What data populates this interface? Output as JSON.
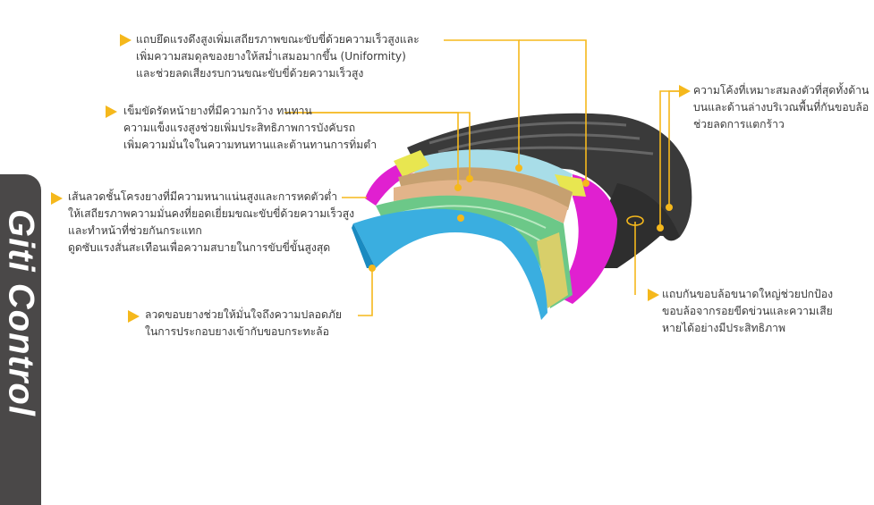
{
  "brand": {
    "name": "Giti Control"
  },
  "accent_color": "#f5b81c",
  "callouts": [
    {
      "id": "cap-ply",
      "lines": [
        "แถบยึดแรงดึงสูงเพิ่มเสถียรภาพขณะขับขี่ด้วยความเร็วสูงและ",
        "เพิ่มความสมดุลของยางให้สม่ำเสมอมากขึ้น (Uniformity)",
        "และช่วยลดเสียงรบกวนขณะขับขี่ด้วยความเร็วสูง"
      ]
    },
    {
      "id": "steel-belt",
      "lines": [
        "เข็มขัดรัดหน้ายางที่มีความกว้าง ทนทาน",
        "ความแข็งแรงสูงช่วยเพิ่มประสิทธิภาพการบังคับรถ",
        "เพิ่มความมั่นใจในความทนทานและต้านทานการทิ่มตำ"
      ]
    },
    {
      "id": "carcass",
      "lines": [
        "เส้นลวดชั้นโครงยางที่มีความหนาแน่นสูงและการหดตัวต่ำ",
        "ให้เสถียรภาพความมั่นคงที่ยอดเยี่ยมขณะขับขี่ด้วยความเร็วสูง",
        "และทำหน้าที่ช่วยกันกระแทก",
        "ดูดซับแรงสั่นสะเทือนเพื่อความสบายในการขับขี่ขั้นสูงสุด"
      ]
    },
    {
      "id": "bead-wire",
      "lines": [
        "ลวดขอบยางช่วยให้มั่นใจถึงความปลอดภัย",
        "ในการประกอบยางเข้ากับขอบกระทะล้อ"
      ]
    },
    {
      "id": "sidewall-curve",
      "lines": [
        "ความโค้งที่เหมาะสมลงตัวที่สุดทั้งด้าน",
        "บนและด้านล่างบริเวณพื้นที่กันขอบล้อ",
        "ช่วยลดการแตกร้าว"
      ]
    },
    {
      "id": "rim-protector",
      "lines": [
        "แถบกันขอบล้อขนาดใหญ่ช่วยปกป้อง",
        "ขอบล้อจากรอยขีดข่วนและความเสีย",
        "หายได้อย่างมีประสิทธิภาพ"
      ]
    }
  ]
}
